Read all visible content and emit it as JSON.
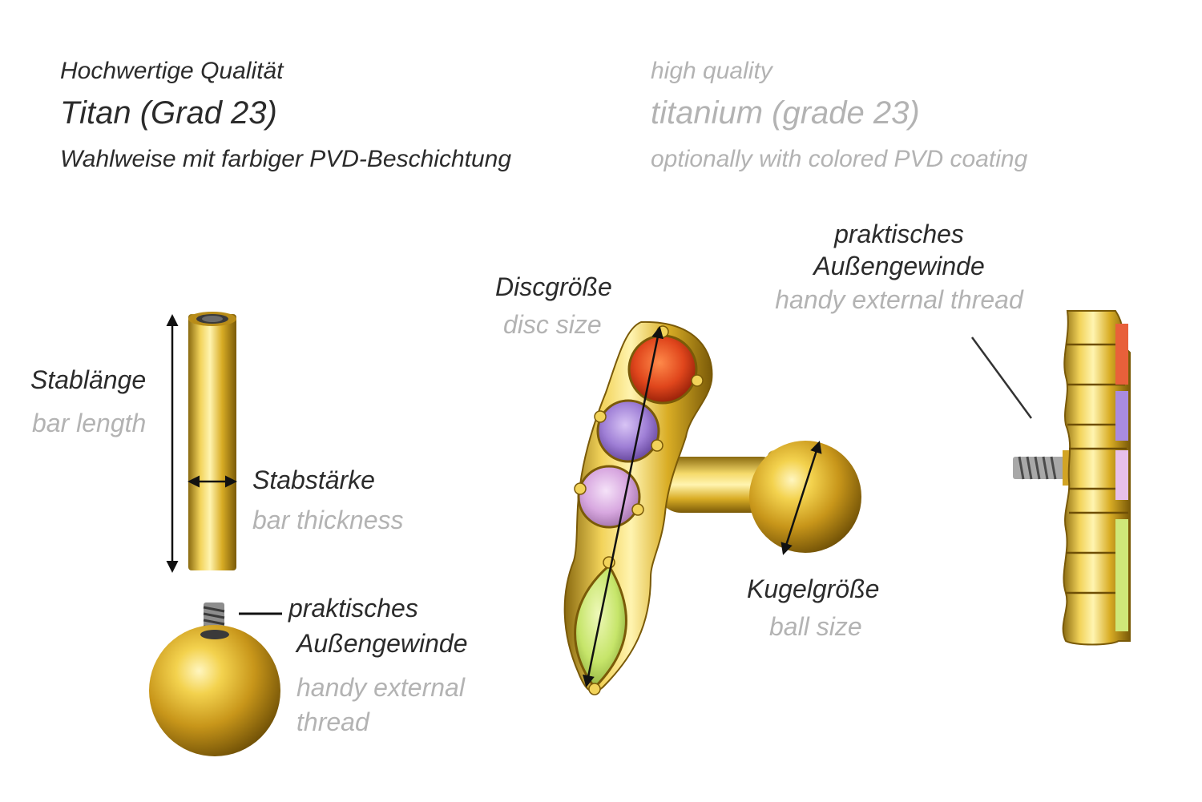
{
  "header": {
    "de": {
      "quality": "Hochwertige Qualität",
      "material": "Titan (Grad 23)",
      "coating": "Wahlweise mit farbiger PVD-Beschichtung"
    },
    "en": {
      "quality": "high quality",
      "material": "titanium (grade 23)",
      "coating": "optionally with colored PVD coating"
    }
  },
  "labels": {
    "bar_length": {
      "de": "Stablänge",
      "en": "bar length"
    },
    "bar_thickness": {
      "de": "Stabstärke",
      "en": "bar thickness"
    },
    "ball_thread": {
      "de_line1": "praktisches",
      "de_line2": "Außengewinde",
      "en_line1": "handy external",
      "en_line2": "thread"
    },
    "disc_size": {
      "de": "Discgröße",
      "en": "disc size"
    },
    "ball_size": {
      "de": "Kugelgröße",
      "en": "ball size"
    },
    "top_thread": {
      "de_line1": "praktisches",
      "de_line2": "Außengewinde",
      "en": "handy external thread"
    }
  },
  "colors": {
    "text_dark": "#2b2b2b",
    "text_light": "#b3b3b3",
    "gold_light": "#fff2a8",
    "gold_mid": "#e0b82a",
    "gold_dark": "#7a5a08",
    "stone_red": "#e0461c",
    "stone_violet": "#9f7fd6",
    "stone_pink": "#d8a8e0",
    "stone_green": "#c6e56a"
  }
}
